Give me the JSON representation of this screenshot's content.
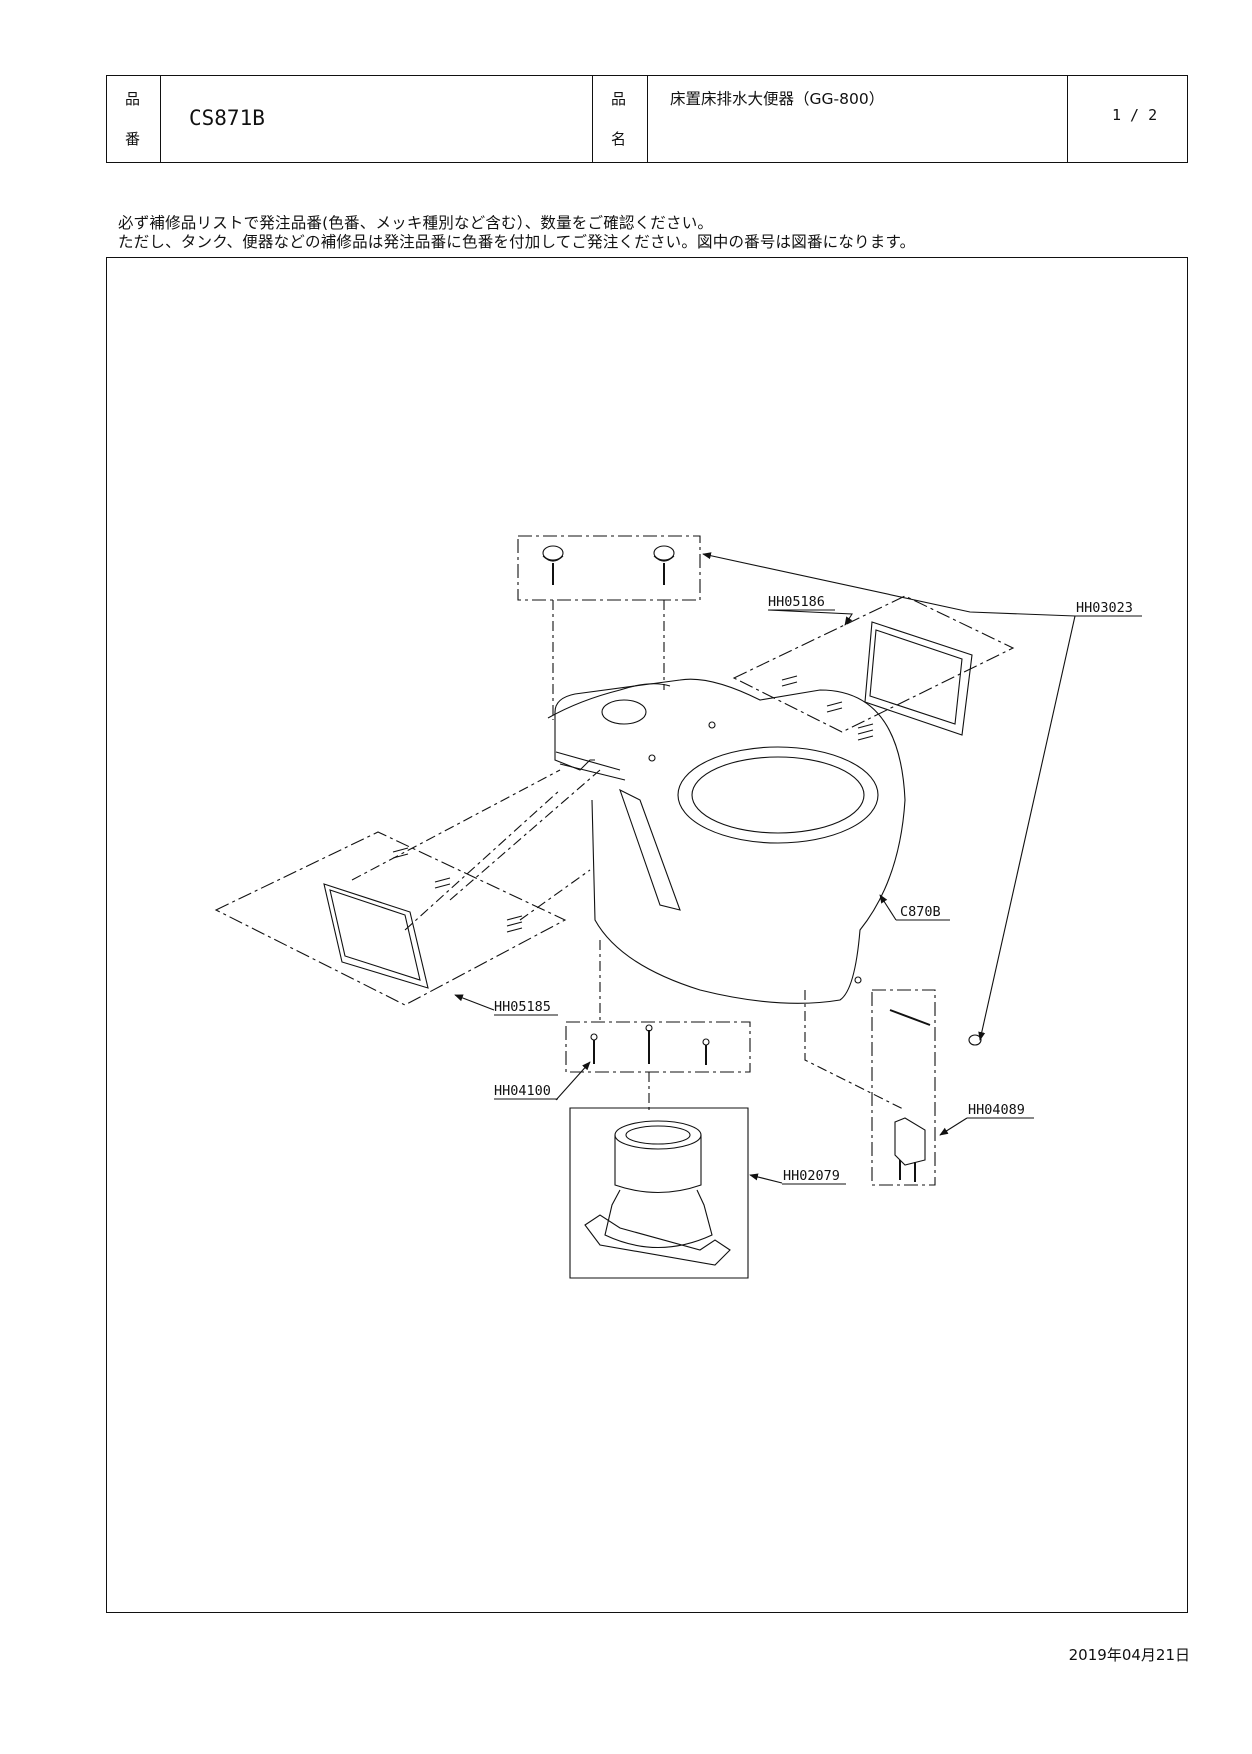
{
  "header": {
    "part_no_label": [
      "品",
      "番"
    ],
    "part_no": "CS871B",
    "name_label": [
      "品",
      "名"
    ],
    "product_name": "床置床排水大便器（GG-800）",
    "page": "1 / 2"
  },
  "notes": [
    "必ず補修品リストで発注品番(色番、メッキ種別など含む）、数量をご確認ください。",
    "ただし、タンク、便器などの補修品は発注品番に色番を付加してご発注ください。図中の番号は図番になります。"
  ],
  "diagram": {
    "labels": {
      "hh03023": "HH03023",
      "hh05186": "HH05186",
      "c870b": "C870B",
      "hh05185": "HH05185",
      "hh04100": "HH04100",
      "hh04089": "HH04089",
      "hh02079": "HH02079"
    }
  },
  "footer": {
    "date": "2019年04月21日"
  }
}
